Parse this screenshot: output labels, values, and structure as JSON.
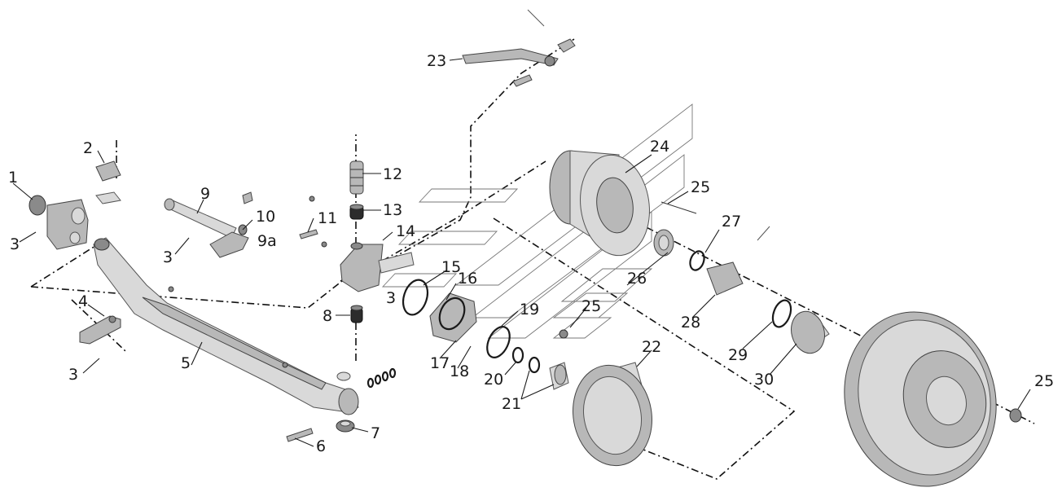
{
  "labels": {
    "l1": "1",
    "l2": "2",
    "l3a": "3",
    "l3b": "3",
    "l3c": "3",
    "l3d": "3",
    "l4": "4",
    "l5": "5",
    "l6": "6",
    "l7": "7",
    "l8": "8",
    "l9": "9",
    "l9a": "9a",
    "l10": "10",
    "l11": "11",
    "l12": "12",
    "l13": "13",
    "l14": "14",
    "l15": "15",
    "l16": "16",
    "l17": "17",
    "l18": "18",
    "l19": "19",
    "l20": "20",
    "l21": "21",
    "l22": "22",
    "l23": "23",
    "l24": "24",
    "l25a": "25",
    "l25b": "25",
    "l25c": "25",
    "l26": "26",
    "l27": "27",
    "l28": "28",
    "l29": "29",
    "l30": "30"
  },
  "icons": {
    "wheel": "wheel-rim-icon",
    "drum": "brake-drum-icon",
    "hub": "wheel-hub-icon",
    "axle": "front-axle-beam-icon"
  },
  "colors": {
    "ink": "#1a1a1a",
    "part_light": "#d9d9d9",
    "part_mid": "#b8b8b8",
    "part_dark": "#8a8a8a"
  }
}
